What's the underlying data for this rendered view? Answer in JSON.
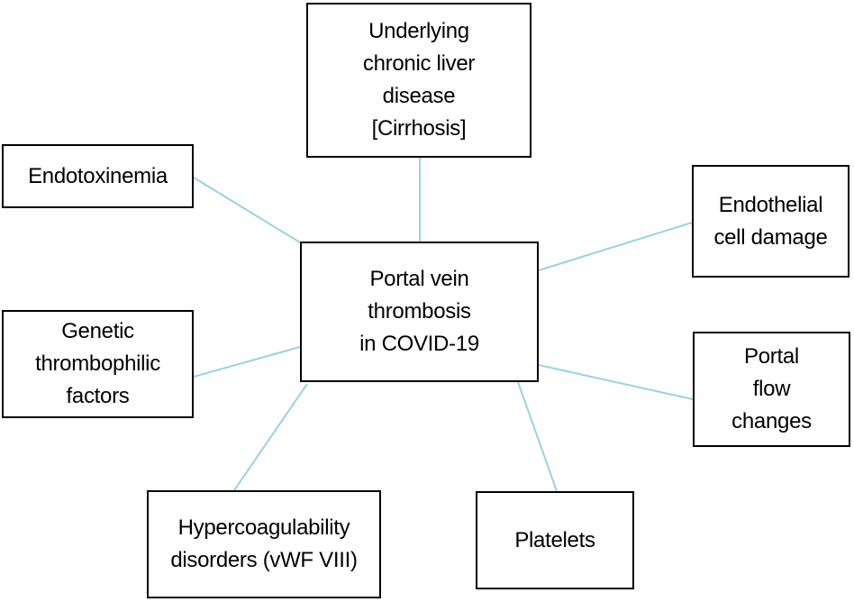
{
  "figure": {
    "title": "Portal vein thrombosis in COVID-19 — contributing factors diagram",
    "type": "hub-and-spoke"
  },
  "colors": {
    "connector_line": "#9bd2e2",
    "box_border": "#000000",
    "background": "#ffffff",
    "text": "#000000"
  },
  "diagram": {
    "center_node": {
      "id": "portal-vein-thrombosis",
      "label": "Portal vein\nthrombosis\nin COVID-19"
    },
    "nodes": [
      {
        "id": "underlying-chronic-liver-disease",
        "label": "Underlying\nchronic liver\ndisease\n[Cirrhosis]"
      },
      {
        "id": "endotoxinemia",
        "label": "Endotoxinemia"
      },
      {
        "id": "endothelial-cell-damage",
        "label": "Endothelial\ncell damage"
      },
      {
        "id": "genetic-thrombophilic-factors",
        "label": "Genetic\nthrombophilic\nfactors"
      },
      {
        "id": "portal-flow-changes",
        "label": "Portal\nflow\nchanges"
      },
      {
        "id": "hypercoagulability-disorders",
        "label": "Hypercoagulability\ndisorders (vWF VIII)"
      },
      {
        "id": "platelets",
        "label": "Platelets"
      }
    ],
    "edges": [
      {
        "from": "underlying-chronic-liver-disease",
        "to": "portal-vein-thrombosis"
      },
      {
        "from": "endotoxinemia",
        "to": "portal-vein-thrombosis"
      },
      {
        "from": "endothelial-cell-damage",
        "to": "portal-vein-thrombosis"
      },
      {
        "from": "genetic-thrombophilic-factors",
        "to": "portal-vein-thrombosis"
      },
      {
        "from": "portal-flow-changes",
        "to": "portal-vein-thrombosis"
      },
      {
        "from": "hypercoagulability-disorders",
        "to": "portal-vein-thrombosis"
      },
      {
        "from": "platelets",
        "to": "portal-vein-thrombosis"
      }
    ]
  }
}
